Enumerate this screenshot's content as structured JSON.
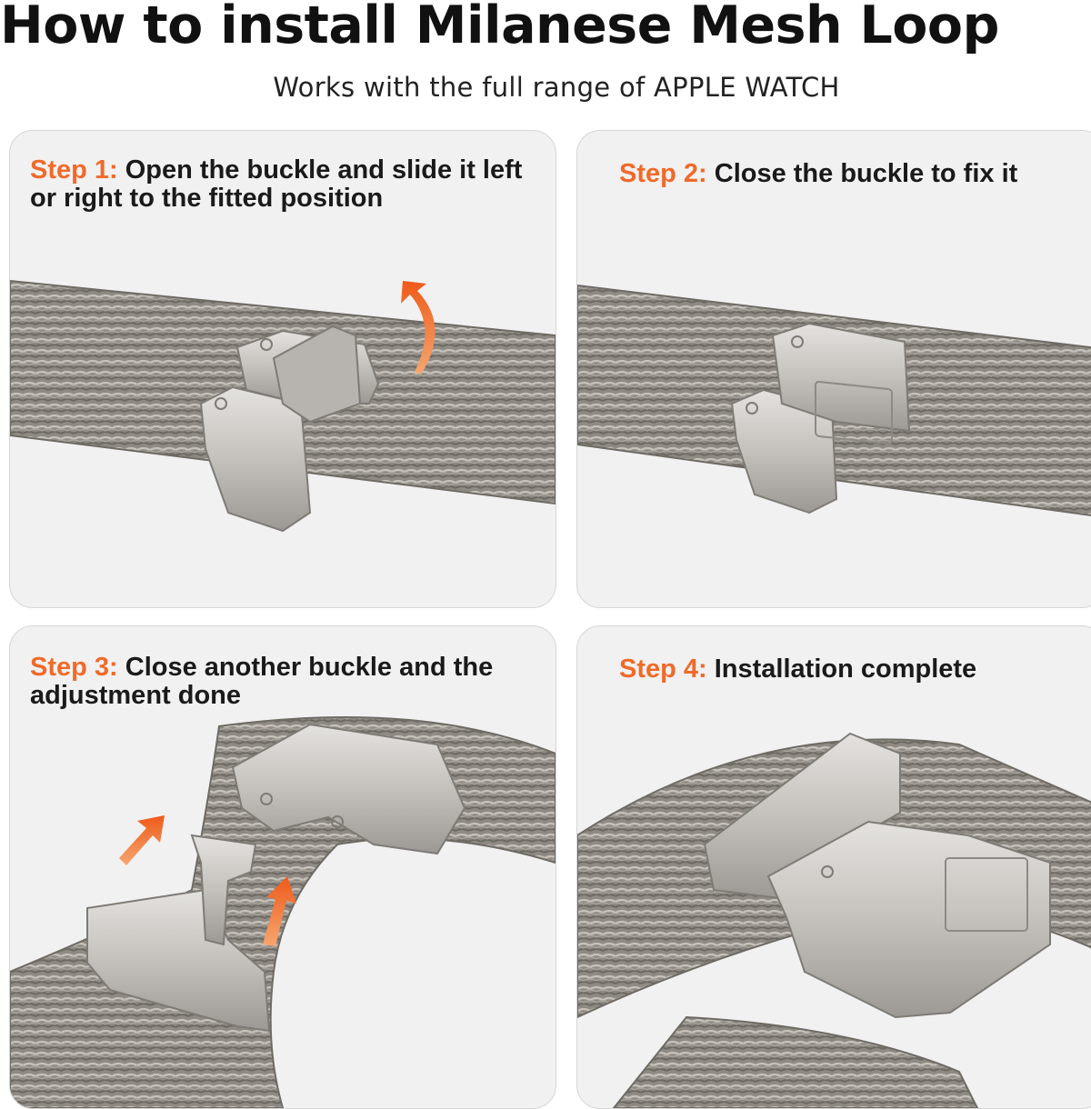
{
  "header": {
    "title": "How to install Milanese Mesh Loop",
    "subtitle": "Works with the full range of APPLE WATCH"
  },
  "steps": [
    {
      "label": "Step 1:",
      "text": " Open the buckle and slide it left or right to the fitted position"
    },
    {
      "label": "Step 2:",
      "text": " Close the buckle to fix it"
    },
    {
      "label": "Step 3:",
      "text": " Close another buckle and the adjustment done"
    },
    {
      "label": "Step 4:",
      "text": "  Installation complete"
    }
  ],
  "colors": {
    "accent": "#f06a2a",
    "mesh": "#8f8a84",
    "metal": "#c9c6c2",
    "card": "#f1f1f1"
  }
}
